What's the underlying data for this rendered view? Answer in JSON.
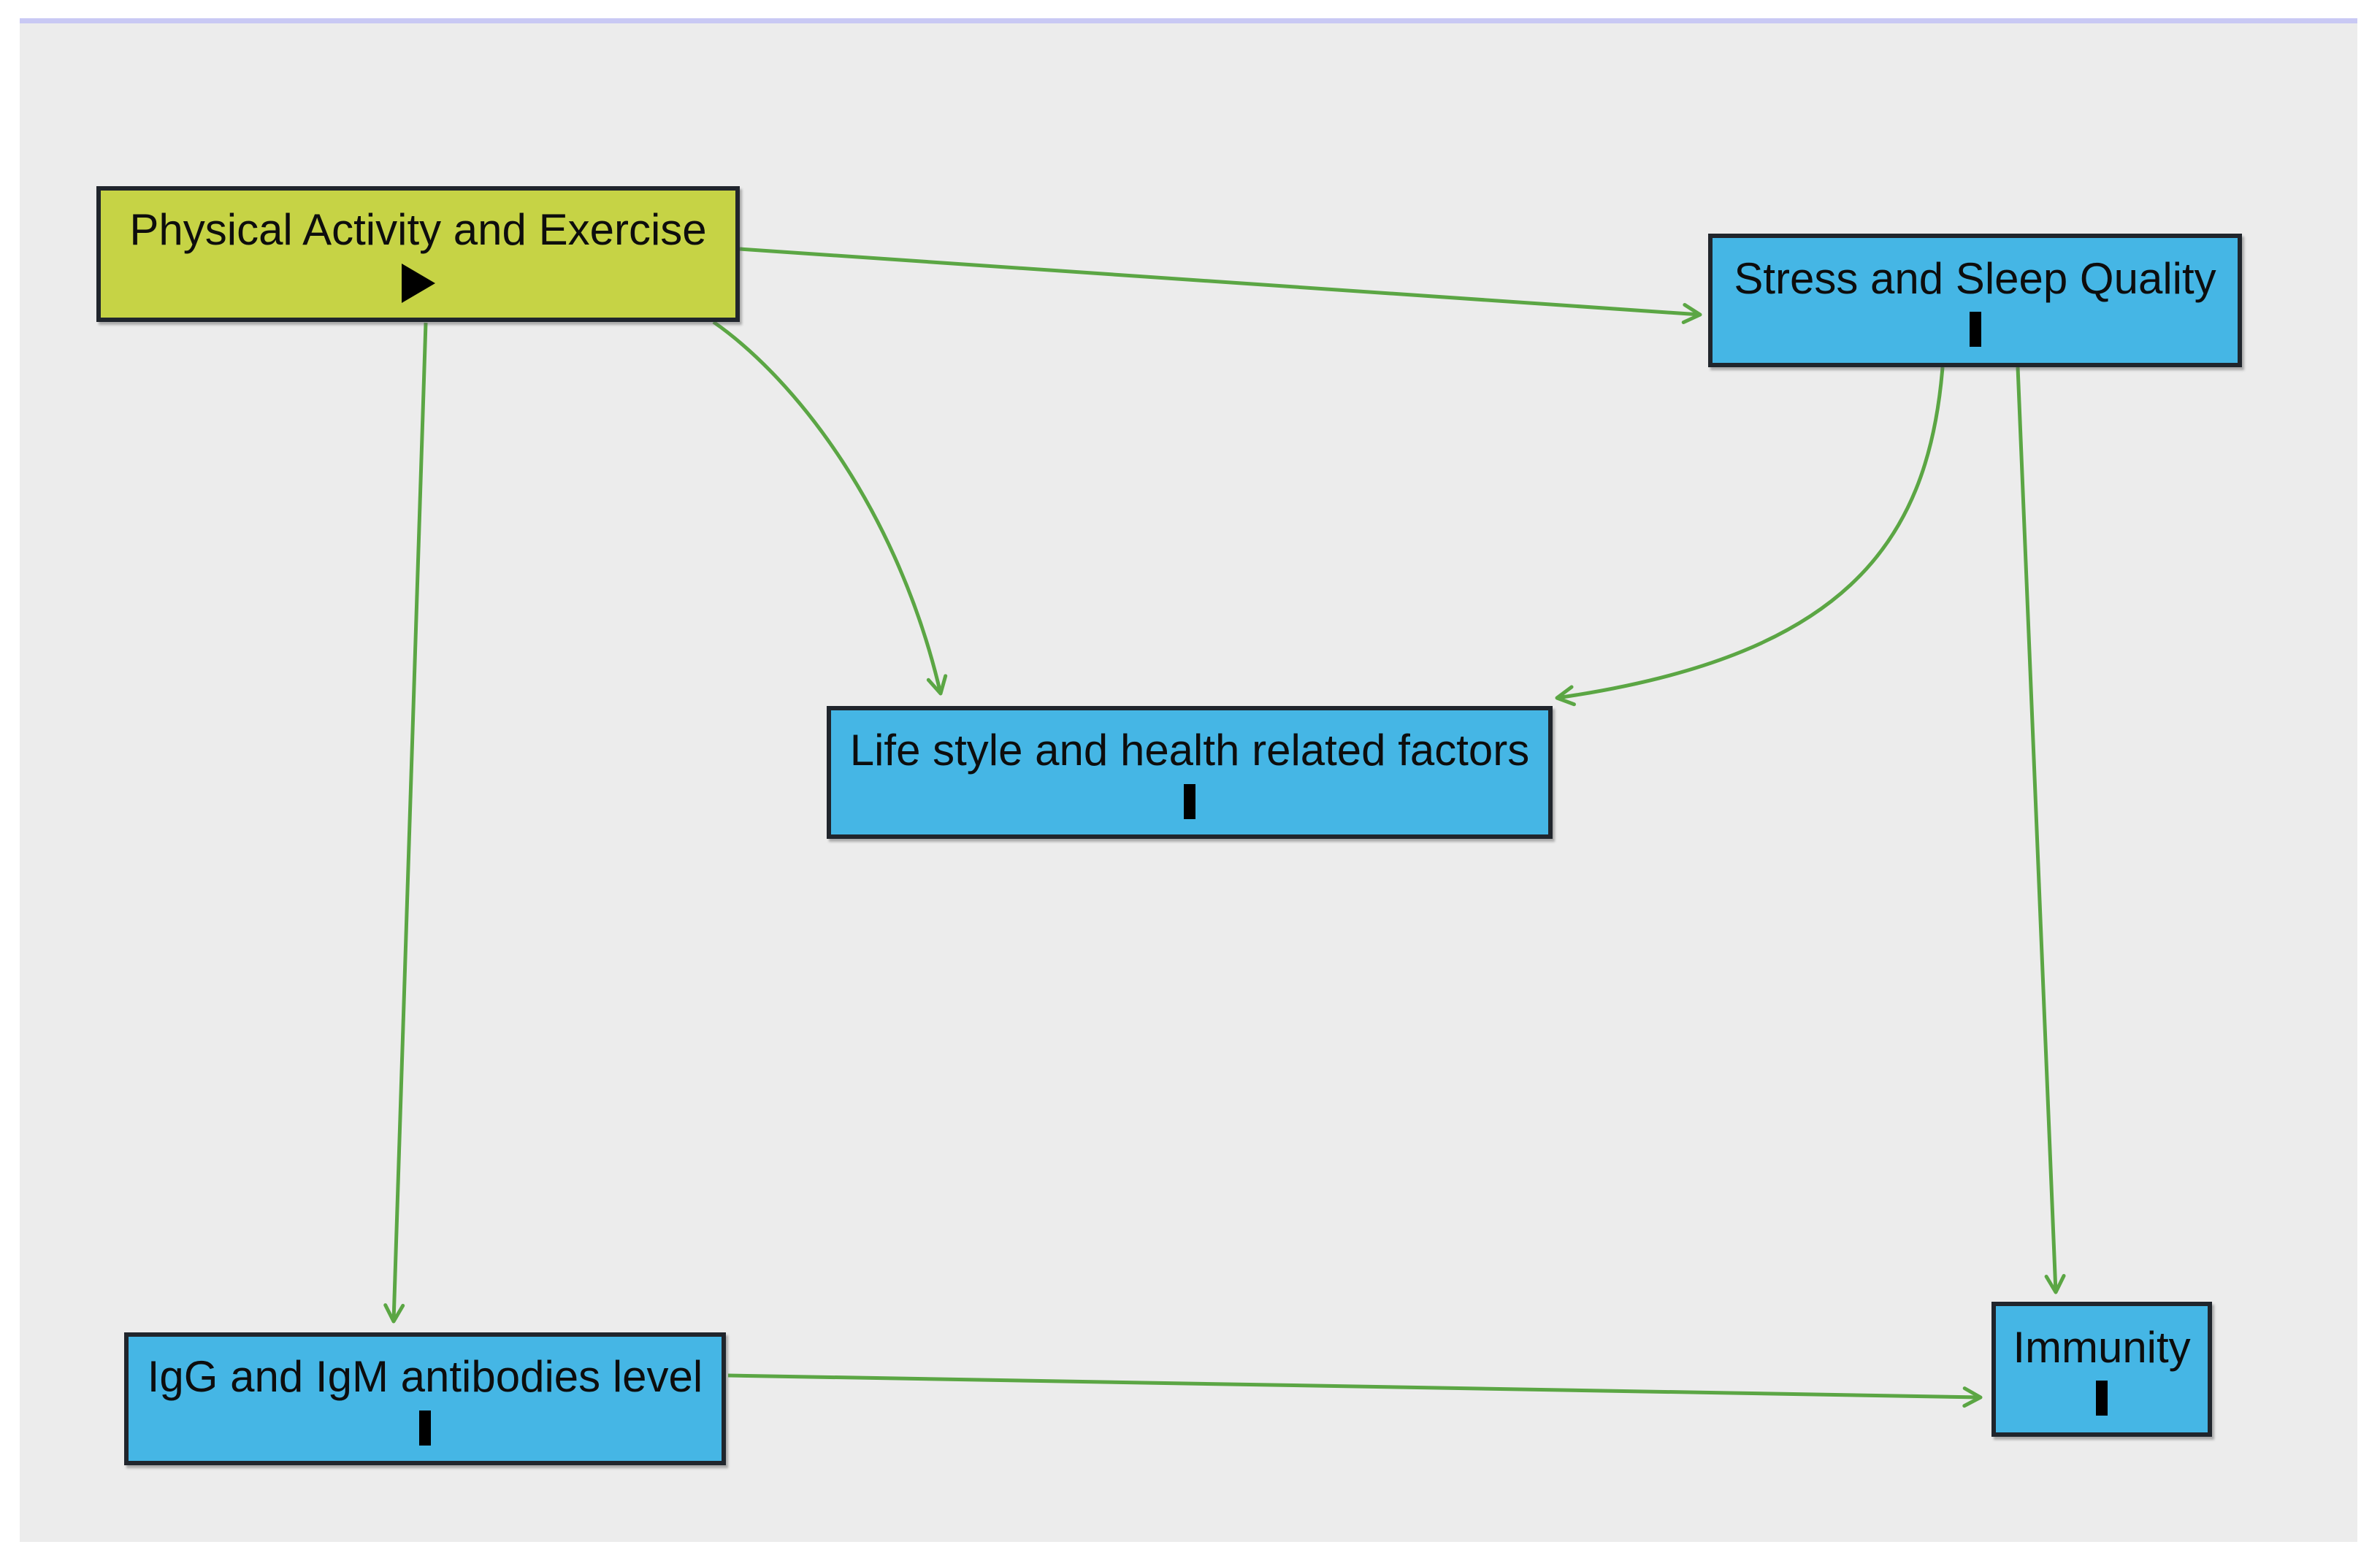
{
  "diagram": {
    "type": "causal-graph",
    "colors": {
      "canvas_background": "#ececec",
      "page_background": "#ffffff",
      "top_bar": "#c9c9f4",
      "edge_green": "#54a33c",
      "node_border": "#20252c",
      "node_blue_fill": "#45b6e5",
      "node_yellowgreen_fill": "#c6d345",
      "icon_black": "#000000"
    },
    "nodes": [
      {
        "id": "physical-activity-and-exercise",
        "label": "Physical Activity and Exercise",
        "fill": "#c6d345",
        "icon": "play-triangle-icon"
      },
      {
        "id": "stress-and-sleep-quality",
        "label": "Stress and Sleep Quality",
        "fill": "#45b6e5",
        "icon": "vertical-bar-icon"
      },
      {
        "id": "life-style-and-health-related-factors",
        "label": "Life style and health related factors",
        "fill": "#45b6e5",
        "icon": "vertical-bar-icon"
      },
      {
        "id": "igg-and-igm-antibodies-level",
        "label": "IgG and IgM antibodies level",
        "fill": "#45b6e5",
        "icon": "vertical-bar-icon"
      },
      {
        "id": "immunity",
        "label": "Immunity",
        "fill": "#45b6e5",
        "icon": "vertical-bar-icon"
      }
    ],
    "edges": [
      {
        "from": "physical-activity-and-exercise",
        "to": "stress-and-sleep-quality",
        "style": "straight-arrow"
      },
      {
        "from": "physical-activity-and-exercise",
        "to": "life-style-and-health-related-factors",
        "style": "curved-arrow"
      },
      {
        "from": "physical-activity-and-exercise",
        "to": "igg-and-igm-antibodies-level",
        "style": "straight-arrow"
      },
      {
        "from": "stress-and-sleep-quality",
        "to": "life-style-and-health-related-factors",
        "style": "curved-arrow"
      },
      {
        "from": "stress-and-sleep-quality",
        "to": "immunity",
        "style": "straight-arrow"
      },
      {
        "from": "igg-and-igm-antibodies-level",
        "to": "immunity",
        "style": "straight-arrow"
      }
    ]
  }
}
